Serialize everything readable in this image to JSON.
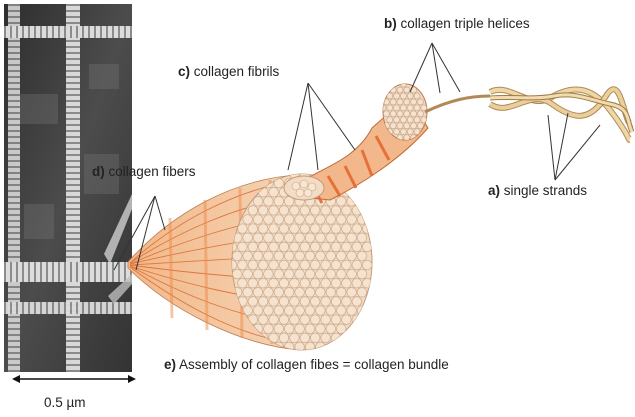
{
  "labels": {
    "a": {
      "letter": "a)",
      "text": " single strands"
    },
    "b": {
      "letter": "b)",
      "text": " collagen triple helices"
    },
    "c": {
      "letter": "c)",
      "text": " collagen fibrils"
    },
    "d": {
      "letter": "d)",
      "text": " collagen fibers"
    },
    "e": {
      "letter": "e)",
      "text": " Assembly of collagen fibes = collagen bundle"
    }
  },
  "scale": {
    "text": "0.5 µm"
  },
  "colors": {
    "fibril_fill": "#f5e3cf",
    "fibril_stroke": "#c9a688",
    "stripe_orange": "#e8763a",
    "stripe_light": "#f4b48a",
    "strand": "#e9cf9c",
    "strand_stroke": "#b08a56",
    "micrograph_bg": "#4a4a4a"
  }
}
